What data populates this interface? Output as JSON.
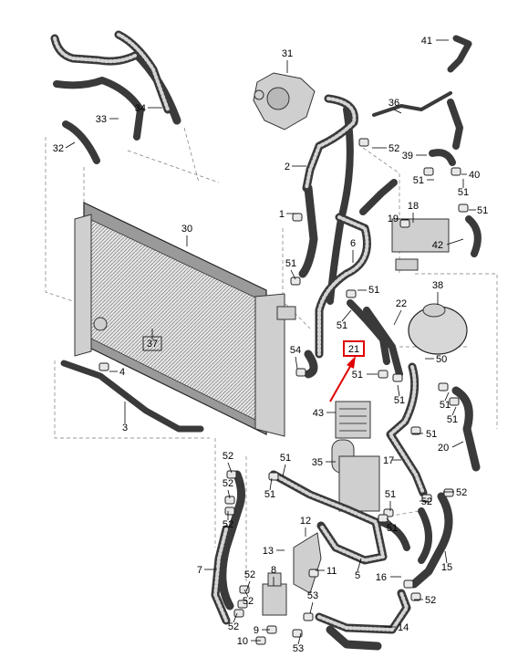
{
  "colors": {
    "line": "#000000",
    "hose": "#3a3a3a",
    "highlight": "#e00000"
  },
  "highlight_label": "21",
  "parts": [
    {
      "id": "p1",
      "label": "1"
    },
    {
      "id": "p2",
      "label": "2"
    },
    {
      "id": "p3",
      "label": "3"
    },
    {
      "id": "p4",
      "label": "4"
    },
    {
      "id": "p5",
      "label": "5"
    },
    {
      "id": "p6",
      "label": "6"
    },
    {
      "id": "p7",
      "label": "7"
    },
    {
      "id": "p8",
      "label": "8"
    },
    {
      "id": "p9",
      "label": "9"
    },
    {
      "id": "p10",
      "label": "10"
    },
    {
      "id": "p11",
      "label": "11"
    },
    {
      "id": "p12",
      "label": "12"
    },
    {
      "id": "p13",
      "label": "13"
    },
    {
      "id": "p14",
      "label": "14"
    },
    {
      "id": "p15",
      "label": "15"
    },
    {
      "id": "p16",
      "label": "16"
    },
    {
      "id": "p17",
      "label": "17"
    },
    {
      "id": "p18",
      "label": "18"
    },
    {
      "id": "p19",
      "label": "19"
    },
    {
      "id": "p20",
      "label": "20"
    },
    {
      "id": "p22",
      "label": "22"
    },
    {
      "id": "p30",
      "label": "30"
    },
    {
      "id": "p31",
      "label": "31"
    },
    {
      "id": "p32",
      "label": "32"
    },
    {
      "id": "p33",
      "label": "33"
    },
    {
      "id": "p34",
      "label": "34"
    },
    {
      "id": "p35",
      "label": "35"
    },
    {
      "id": "p36",
      "label": "36"
    },
    {
      "id": "p37",
      "label": "37"
    },
    {
      "id": "p38",
      "label": "38"
    },
    {
      "id": "p39",
      "label": "39"
    },
    {
      "id": "p40",
      "label": "40"
    },
    {
      "id": "p41",
      "label": "41"
    },
    {
      "id": "p42",
      "label": "42"
    },
    {
      "id": "p43",
      "label": "43"
    },
    {
      "id": "p50",
      "label": "50"
    },
    {
      "id": "p51",
      "label": "51"
    },
    {
      "id": "p52",
      "label": "52"
    },
    {
      "id": "p53",
      "label": "53"
    },
    {
      "id": "p54",
      "label": "54"
    }
  ]
}
